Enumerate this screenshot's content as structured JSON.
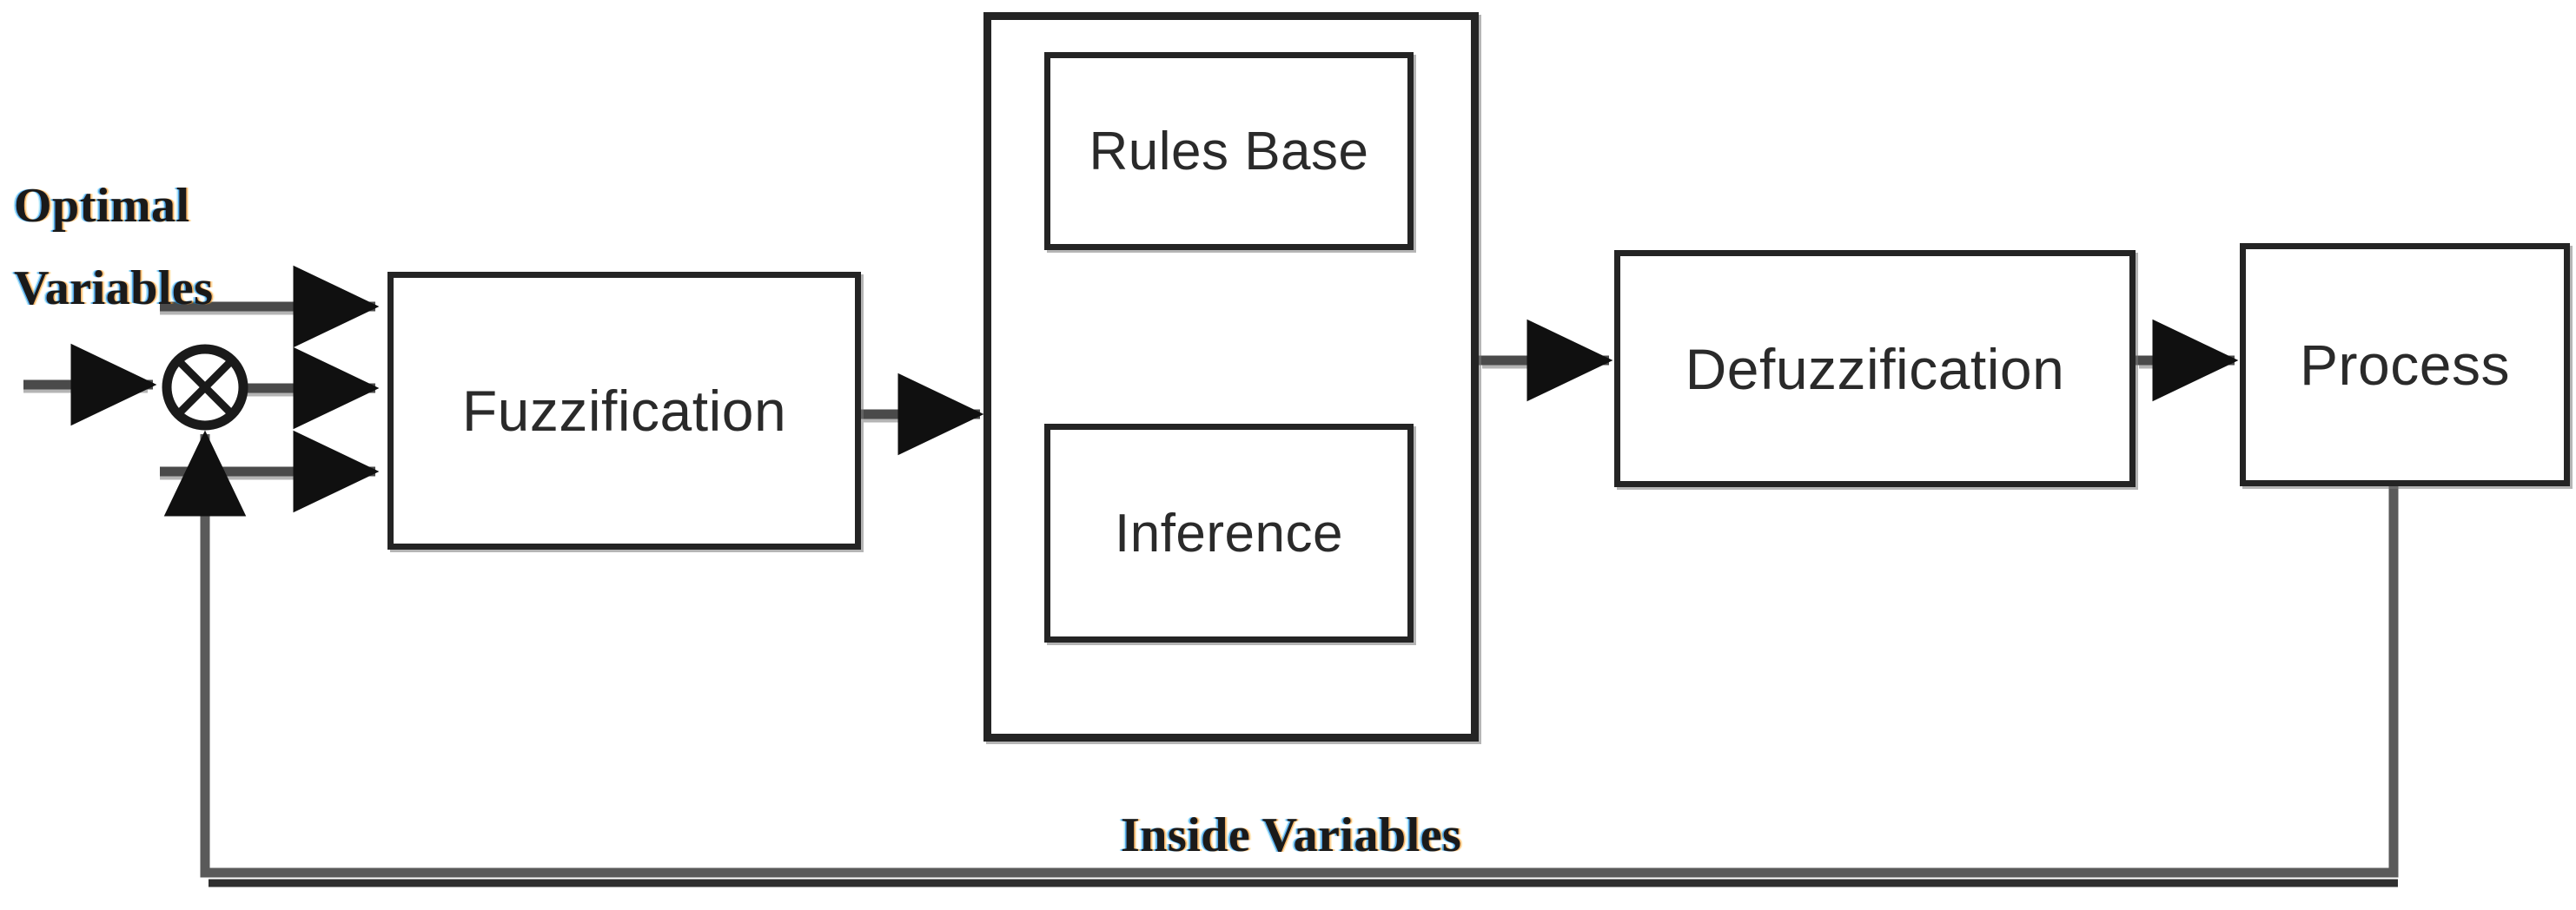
{
  "diagram": {
    "title": "Fuzzy Logic Control Block Diagram",
    "background_color": "#ffffff",
    "line_color": "#4a4a4a",
    "box_border_color": "#242424",
    "label_text_color": "#1a1a1a"
  },
  "labels": {
    "optimal_variables_line1": "Optimal",
    "optimal_variables_line2": "Variables",
    "inside_variables": "Inside  Variables"
  },
  "blocks": {
    "fuzzification": "Fuzzification",
    "rules_base": "Rules Base",
    "inference": "Inference",
    "defuzzification": "Defuzzification",
    "process": "Process"
  },
  "nodes": {
    "summing_junction": "summing-junction"
  },
  "connections": [
    {
      "from": "input-signal",
      "to": "summing-junction",
      "type": "arrow"
    },
    {
      "from": "optimal-variables",
      "to": "fuzzification",
      "type": "arrow"
    },
    {
      "from": "summing-junction",
      "to": "fuzzification",
      "type": "arrow"
    },
    {
      "from": "feedback-branch",
      "to": "fuzzification",
      "type": "arrow"
    },
    {
      "from": "fuzzification",
      "to": "inference-engine",
      "type": "arrow"
    },
    {
      "from": "rules-base",
      "to": "inference",
      "type": "line"
    },
    {
      "from": "inference-engine",
      "to": "defuzzification",
      "type": "arrow"
    },
    {
      "from": "defuzzification",
      "to": "process",
      "type": "arrow"
    },
    {
      "from": "process",
      "to": "summing-junction",
      "type": "feedback-arrow"
    }
  ]
}
